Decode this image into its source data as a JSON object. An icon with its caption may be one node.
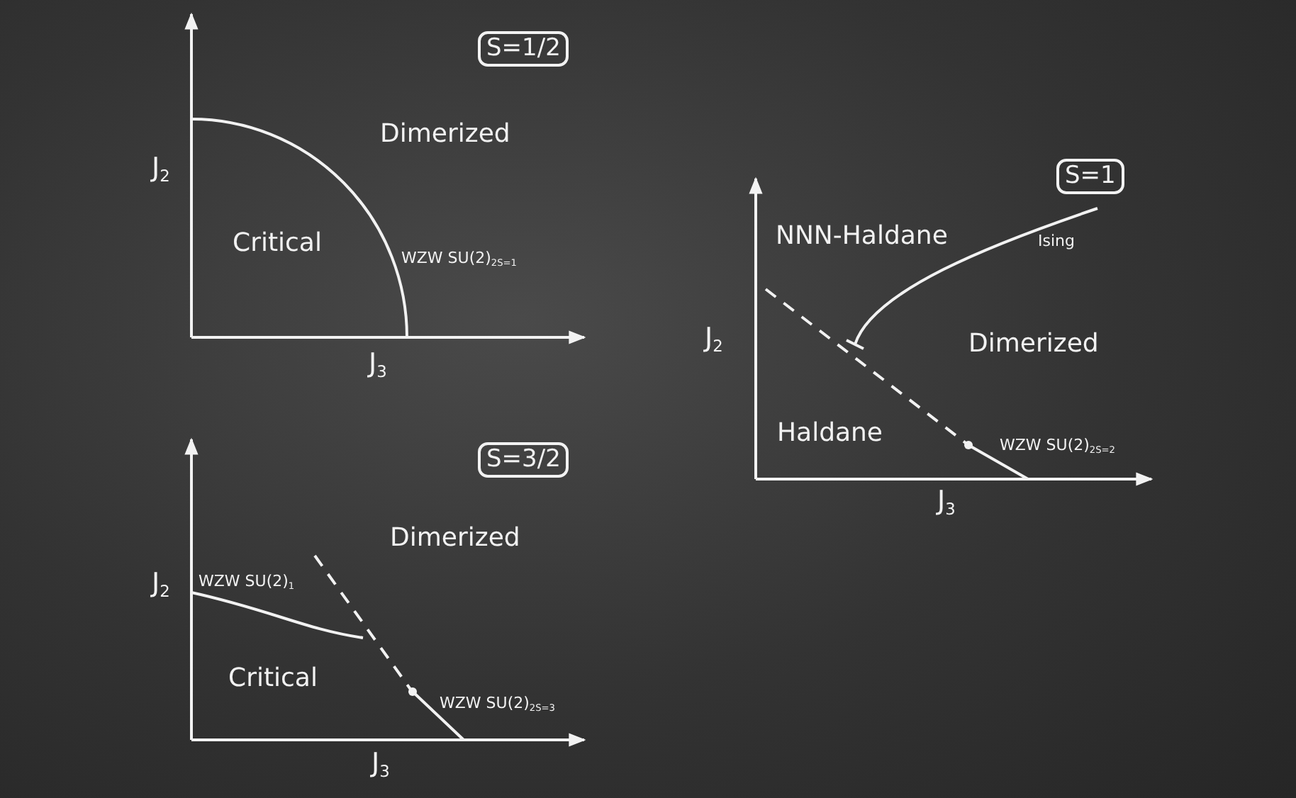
{
  "diagram": {
    "nodes": [
      {
        "text": [
          "S=1/2"
        ]
      },
      {
        "text": [
          "S=1"
        ]
      },
      {
        "text": [
          "S=3/2"
        ]
      }
    ],
    "labels": [
      "Dimerized",
      "J$_{2}$",
      "Critical",
      "WZW SU(2)$_{2S=1}$",
      "J$_{3}$",
      "NNN-Haldane",
      "Ising",
      "J$_{2}$",
      "Dimerized",
      "Haldane",
      "WZW SU(2)$_{2S=2}$",
      "J$_{3}$",
      "Dimerized",
      "J$_{2}$",
      "WZW SU(2)$_{1}$",
      "Critical",
      "WZW SU(2)$_{2S=3}$",
      "J$_{3}$"
    ]
  }
}
